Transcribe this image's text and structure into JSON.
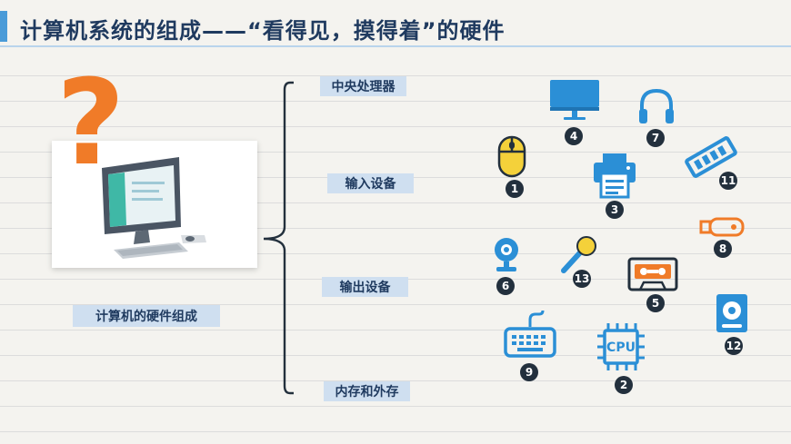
{
  "title": "计算机系统的组成——“看得见，摸得着”的硬件",
  "side_label": "计算机的硬件组成",
  "question_mark": "?",
  "categories": [
    "中央处理器",
    "输入设备",
    "输出设备",
    "内存和外存"
  ],
  "icons": [
    {
      "name": "mouse-icon",
      "number": "1"
    },
    {
      "name": "cpu-icon",
      "number": "2",
      "text": "CPU"
    },
    {
      "name": "printer-icon",
      "number": "3"
    },
    {
      "name": "monitor-icon",
      "number": "4"
    },
    {
      "name": "cassette-icon",
      "number": "5"
    },
    {
      "name": "webcam-icon",
      "number": "6"
    },
    {
      "name": "headphones-icon",
      "number": "7"
    },
    {
      "name": "usb-drive-icon",
      "number": "8"
    },
    {
      "name": "keyboard-icon",
      "number": "9"
    },
    {
      "name": "ram-icon",
      "number": "11"
    },
    {
      "name": "hard-disk-icon",
      "number": "12"
    },
    {
      "name": "microphone-icon",
      "number": "13"
    }
  ],
  "colors": {
    "accent": "#4a9bd8",
    "icon": "#2b8fd6",
    "orange": "#f07b28",
    "yellow": "#f4d13a",
    "label_bg": "#cfdff0",
    "title": "#1f3a5f"
  }
}
